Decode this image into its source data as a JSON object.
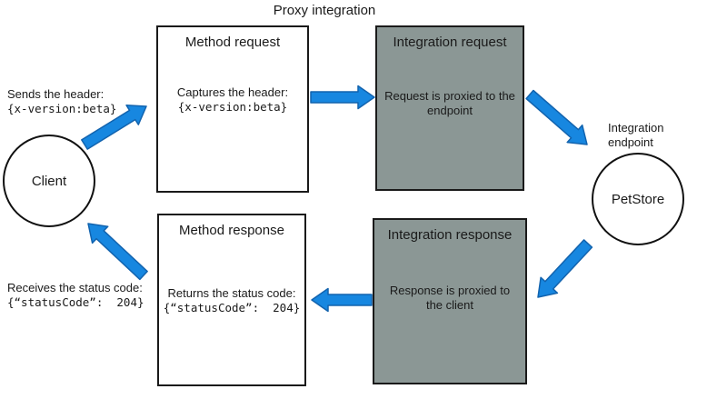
{
  "title": "Proxy integration",
  "colors": {
    "arrow_fill": "#1787e0",
    "arrow_border": "#1263ae",
    "integration_box_gray": "#8b9795",
    "box_border": "#1a1a1a",
    "background": "#ffffff"
  },
  "nodes": {
    "client": {
      "label": "Client"
    },
    "method_request": {
      "title": "Method request",
      "body": "Captures the header:",
      "code": "{x-version:beta}"
    },
    "integration_request": {
      "title": "Integration request",
      "body": "Request is proxied to the endpoint"
    },
    "petstore": {
      "caption": "Integration endpoint",
      "label": "PetStore"
    },
    "integration_response": {
      "title": "Integration response",
      "body": "Response is proxied to the client"
    },
    "method_response": {
      "title": "Method response",
      "body": "Returns the status code:",
      "code": "{“statusCode”:  204}"
    }
  },
  "annotations": {
    "send": {
      "text": "Sends the header:",
      "code": "{x-version:beta}"
    },
    "receive": {
      "text": "Receives the status code:",
      "code": "{“statusCode”:  204}"
    }
  }
}
